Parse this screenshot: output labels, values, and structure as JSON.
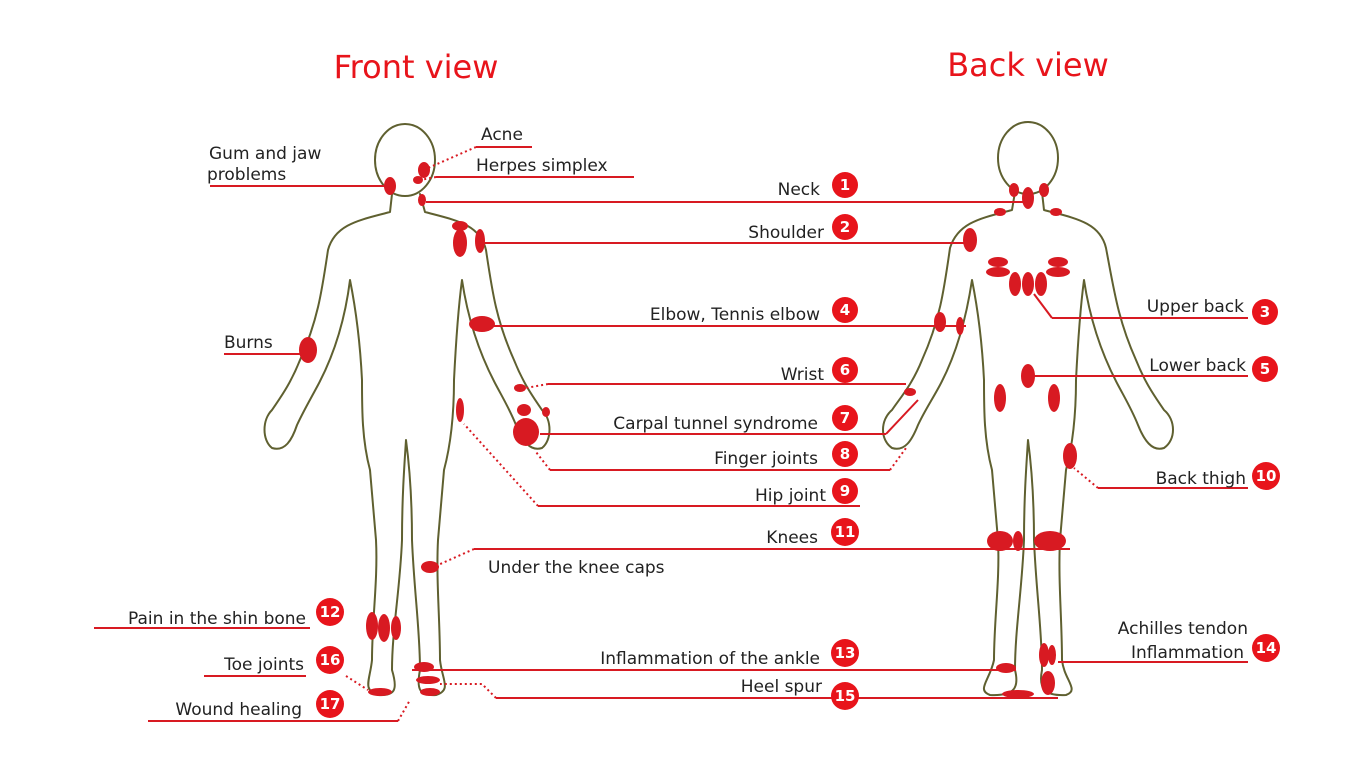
{
  "titles": {
    "front": "Front view",
    "back": "Back view"
  },
  "front_labels": {
    "acne": "Acne",
    "gum_line1": "Gum and jaw",
    "gum_line2": "problems",
    "herpes": "Herpes simplex",
    "burns": "Burns",
    "under_knee": "Under the knee caps"
  },
  "numbered": {
    "neck": {
      "num": "1",
      "label": "Neck"
    },
    "shoulder": {
      "num": "2",
      "label": "Shoulder"
    },
    "upper_back": {
      "num": "3",
      "label": "Upper back"
    },
    "elbow": {
      "num": "4",
      "label": "Elbow, Tennis elbow"
    },
    "lower_back": {
      "num": "5",
      "label": "Lower back"
    },
    "wrist": {
      "num": "6",
      "label": "Wrist"
    },
    "carpal": {
      "num": "7",
      "label": "Carpal tunnel syndrome"
    },
    "finger": {
      "num": "8",
      "label": "Finger joints"
    },
    "hip": {
      "num": "9",
      "label": "Hip joint"
    },
    "back_thigh": {
      "num": "10",
      "label": "Back thigh"
    },
    "knees": {
      "num": "11",
      "label": "Knees"
    },
    "shin": {
      "num": "12",
      "label": "Pain in the shin bone"
    },
    "ankle": {
      "num": "13",
      "label": "Inflammation of the ankle"
    },
    "achilles": {
      "num": "14",
      "label": "Achilles tendon",
      "label2": "Inflammation"
    },
    "heel": {
      "num": "15",
      "label": "Heel spur"
    },
    "toe": {
      "num": "16",
      "label": "Toe joints"
    },
    "wound": {
      "num": "17",
      "label": "Wound healing"
    }
  },
  "colors": {
    "accent": "#e8141b",
    "spot": "#d81a22",
    "outline": "#5f6030",
    "text": "#222222"
  }
}
